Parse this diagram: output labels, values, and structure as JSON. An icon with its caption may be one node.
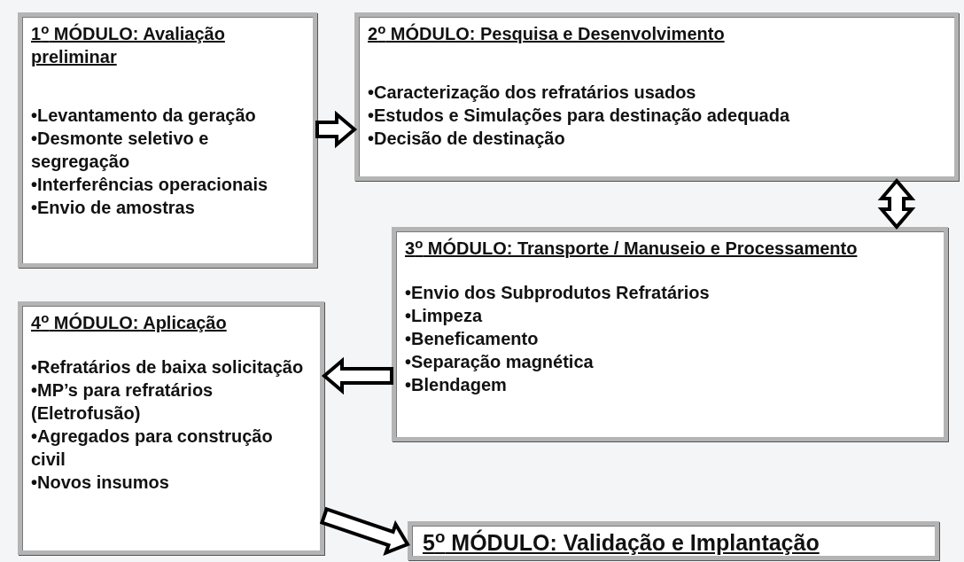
{
  "diagram": {
    "nodes": [
      {
        "text": [
          "1$^{o}$ MÓDULO: Avaliação preliminar",
          "•Levantamento da geração",
          "•Desmonte seletivo e segregação",
          "•Interferências operacionais",
          "•Envio de amostras"
        ]
      },
      {
        "text": [
          "2$^{o}$ MÓDULO: Pesquisa e Desenvolvimento",
          "•Caracterização dos refratários usados",
          "•Estudos e Simulações para destinação adequada",
          "•Decisão de destinação"
        ]
      },
      {
        "text": [
          "3$^{o}$ MÓDULO: Transporte / Manuseio e Processamento",
          "•Envio dos Subprodutos Refratários",
          "•Limpeza",
          "•Beneficamento",
          "•Separação magnética",
          "•Blendagem"
        ]
      },
      {
        "text": [
          "4$^{o}$ MÓDULO: Aplicação",
          "•Refratários de baixa solicitação",
          "•MP’s para refratários (Eletrofusão)",
          "•Agregados para construção civil",
          "•Novos insumos"
        ]
      },
      {
        "text": [
          "5$^{o}$ MÓDULO: Validação e Implantação"
        ]
      }
    ],
    "edges": [
      {
        "from": 0,
        "to": 1,
        "arrow": "to"
      },
      {
        "from": 1,
        "to": 2,
        "arrow": "both"
      },
      {
        "from": 2,
        "to": 3,
        "arrow": "to"
      },
      {
        "from": 3,
        "to": 4,
        "arrow": "to"
      }
    ]
  }
}
